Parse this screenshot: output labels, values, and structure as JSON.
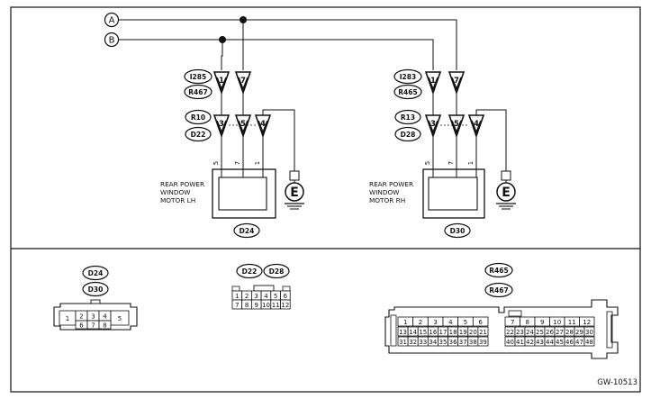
{
  "buses": [
    {
      "id": "bus-a",
      "label": "A"
    },
    {
      "id": "bus-b",
      "label": "B"
    }
  ],
  "left_motor": {
    "upper_connectors": [
      "I285",
      "R467"
    ],
    "upper_pins": [
      "1",
      "7"
    ],
    "lower_connectors": [
      "R10",
      "D22"
    ],
    "lower_pins": [
      "3",
      "5",
      "4"
    ],
    "wire_pins": [
      "5",
      "7",
      "1"
    ],
    "label_lines": [
      "REAR POWER",
      "WINDOW",
      "MOTOR LH"
    ],
    "connector": "D24",
    "ground": "E"
  },
  "right_motor": {
    "upper_connectors": [
      "I283",
      "R465"
    ],
    "upper_pins": [
      "1",
      "7"
    ],
    "lower_connectors": [
      "R13",
      "D28"
    ],
    "lower_pins": [
      "3",
      "5",
      "4"
    ],
    "wire_pins": [
      "5",
      "7",
      "1"
    ],
    "label_lines": [
      "REAR POWER",
      "WINDOW",
      "MOTOR RH"
    ],
    "connector": "D30",
    "ground": "E"
  },
  "connector_views": {
    "motor": {
      "tags": [
        "D24",
        "D30"
      ],
      "top_row": [
        "1",
        "2",
        "3",
        "4",
        "5"
      ],
      "bottom_row": [
        "6",
        "7",
        "8"
      ]
    },
    "door": {
      "tags": [
        "D22",
        "D28"
      ],
      "top_row": [
        "1",
        "2",
        "3",
        "4",
        "5",
        "6"
      ],
      "bottom_row": [
        "7",
        "8",
        "9",
        "10",
        "11",
        "12"
      ]
    },
    "harness": {
      "tags": [
        "R465",
        "R467"
      ],
      "left_rows": [
        [
          "1",
          "",
          "2",
          "",
          "3",
          "",
          "4",
          "",
          "5",
          "",
          "6"
        ],
        [
          "13",
          "14",
          "15",
          "16",
          "17",
          "18",
          "19",
          "20",
          "21"
        ],
        [
          "31",
          "32",
          "33",
          "34",
          "35",
          "36",
          "37",
          "38",
          "39"
        ]
      ],
      "right_rows": [
        [
          "7",
          "",
          "8",
          "",
          "9",
          "",
          "10",
          "",
          "11",
          "",
          "12"
        ],
        [
          "22",
          "23",
          "24",
          "25",
          "26",
          "27",
          "28",
          "29",
          "30"
        ],
        [
          "40",
          "41",
          "42",
          "43",
          "44",
          "45",
          "46",
          "47",
          "48"
        ]
      ]
    }
  },
  "figure_code": "GW-10513"
}
